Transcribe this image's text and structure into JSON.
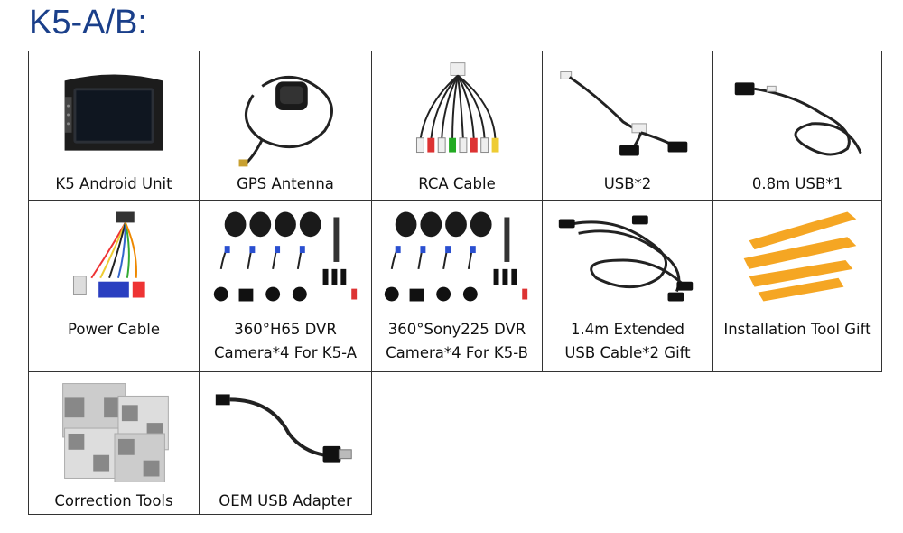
{
  "title": "K5-A/B:",
  "items": [
    {
      "label": "K5 Android Unit",
      "icon": "android-unit-icon"
    },
    {
      "label": "GPS Antenna",
      "icon": "gps-antenna-icon"
    },
    {
      "label": "RCA Cable",
      "icon": "rca-cable-icon"
    },
    {
      "label": "USB*2",
      "icon": "usb-cable-icon"
    },
    {
      "label": "0.8m USB*1",
      "icon": "usb-cable-coil-icon"
    },
    {
      "label": "Power Cable",
      "icon": "power-cable-icon"
    },
    {
      "label_line1": "360°H65 DVR",
      "label_line2": "Camera*4 For K5-A",
      "icon": "dvr-camera-set-icon"
    },
    {
      "label_line1": "360°Sony225 DVR",
      "label_line2": "Camera*4 For K5-B",
      "icon": "dvr-camera-set-icon"
    },
    {
      "label_line1": "1.4m Extended",
      "label_line2": "USB Cable*2 Gift",
      "icon": "usb-extension-cable-icon"
    },
    {
      "label": "Installation Tool Gift",
      "icon": "pry-tools-icon"
    },
    {
      "label": "Correction Tools",
      "icon": "calibration-mats-icon"
    },
    {
      "label": "OEM USB Adapter",
      "icon": "oem-usb-adapter-icon"
    }
  ],
  "colors": {
    "title": "#1a3f8a",
    "border": "#333333",
    "tool_orange": "#f5a623"
  }
}
